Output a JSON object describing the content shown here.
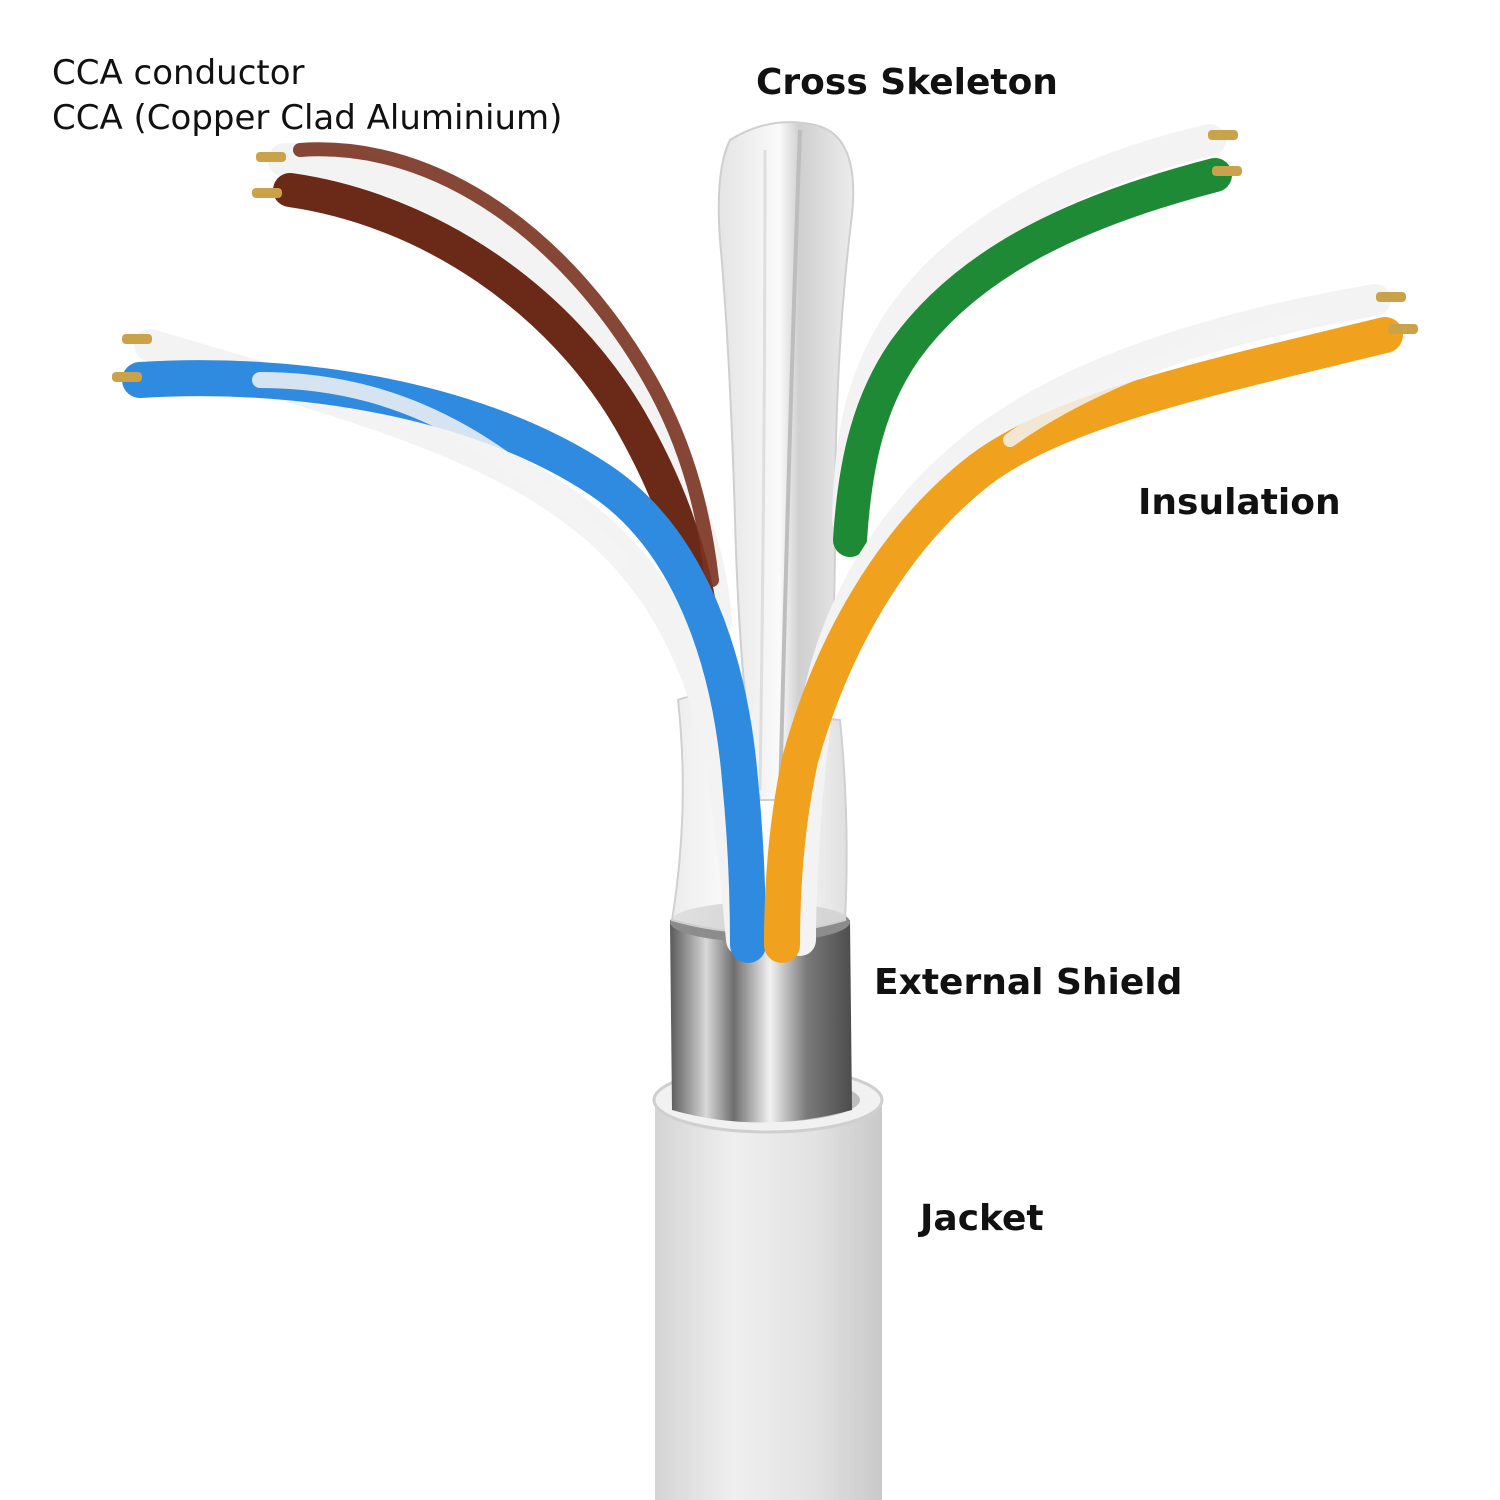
{
  "labels": {
    "conductor_line1": "CCA conductor",
    "conductor_line2": "CCA (Copper Clad Aluminium)",
    "cross_skeleton": "Cross Skeleton",
    "insulation": "Insulation",
    "external_shield": "External Shield",
    "jacket": "Jacket"
  },
  "colors": {
    "brown_pair": "#6b2a17",
    "green_pair": "#1f8a35",
    "blue_pair": "#2e8be0",
    "orange_pair": "#f0a21e",
    "white_stripe": "#f3f3f3",
    "copper_tip": "#c9a24a",
    "shield_metal": "#9a9a9a",
    "jacket": "#e6e6e6",
    "text": "#111111"
  }
}
